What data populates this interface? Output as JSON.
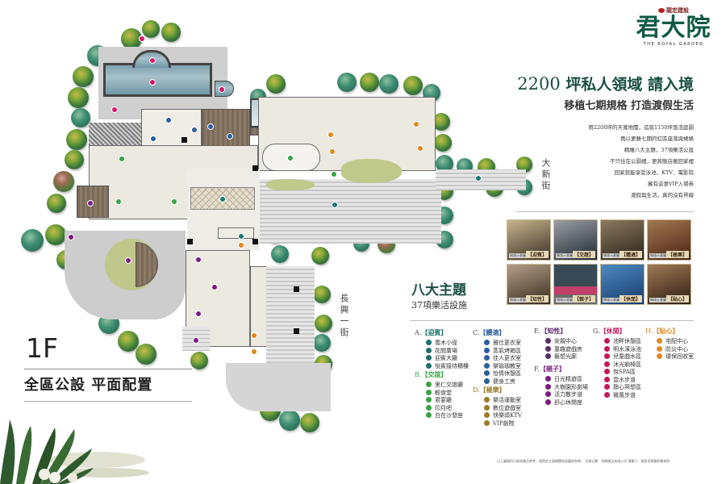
{
  "brand": {
    "developer": "龍宏建設",
    "name": "君大院",
    "english": "THE ROYAL GARDEN"
  },
  "headline": {
    "area_number": "2200",
    "main": "坪私人領域 請入境",
    "sub": "移植七期規格 打造渡假生活"
  },
  "intro_lines": [
    "用2200坪的天寬地闊，造就1150坪悠活庭園",
    "再以更勝七期的紅區座落與規格",
    "精雕八大主題，37項樂活公設",
    "不只住在公園裡，更將飯店搬回家裡",
    "回家就能享受泳池、KTV、電影院",
    "擁有這張VIP入場券",
    "渡假與生活，真的沒有界線"
  ],
  "streets": {
    "east": "大新街",
    "south": "長興一街"
  },
  "photos": [
    {
      "theme": "【迎賓】",
      "tag": "情境示意圖",
      "color1": "#3b3025",
      "color2": "#c8b58e"
    },
    {
      "theme": "【交誼】",
      "tag": "情境示意圖",
      "color1": "#1e2a33",
      "color2": "#9b9fa3"
    },
    {
      "theme": "【體適】",
      "tag": "情境示意圖",
      "color1": "#2a231a",
      "color2": "#8c7a60"
    },
    {
      "theme": "【極樂】",
      "tag": "情境示意圖",
      "color1": "#4a2418",
      "color2": "#a2784f"
    },
    {
      "theme": "【知性】",
      "tag": "情境示意圖",
      "color1": "#3a2b20",
      "color2": "#b3a089"
    },
    {
      "theme": "【親子】",
      "tag": "情境示意圖",
      "color1": "#384a55",
      "color2": "#c0406a"
    },
    {
      "theme": "【休閒】",
      "tag": "情境示意圖",
      "color1": "#153a6b",
      "color2": "#4f8ac2"
    },
    {
      "theme": "【貼心】",
      "tag": "情境示意圖",
      "color1": "#2e1d12",
      "color2": "#a07a55"
    }
  ],
  "themes": {
    "title": "八大主題",
    "subtitle": "37項樂活設施"
  },
  "legend": [
    {
      "letter": "A.",
      "name": "【迎賓】",
      "color": "#1d6f6a",
      "items": [
        "喬木小徑",
        "花間廣場",
        "迎賓大廳",
        "悅賓接待櫃檯"
      ]
    },
    {
      "letter": "B.",
      "name": "【交誼】",
      "color": "#3aa245",
      "items": [
        "里仁交誼廳",
        "輕食堂",
        "君宴廳",
        "印月吧",
        "白在沙發座"
      ]
    },
    {
      "letter": "C.",
      "name": "【體適】",
      "color": "#2b5f9e",
      "items": [
        "雅仕更衣室",
        "蒸氣烤箱區",
        "佳人更衣室",
        "樂瑜珈教室",
        "怡情休憩區",
        "健身工房"
      ]
    },
    {
      "letter": "D.",
      "name": "【極樂】",
      "color": "#9a7a2a",
      "items": [
        "樂活運動室",
        "數位遊戲室",
        "快樂頌KTV",
        "VIP劇院"
      ]
    },
    {
      "letter": "E.",
      "name": "【知性】",
      "color": "#5a2a6e",
      "items": [
        "安親中心",
        "童趣遊戲房",
        "藝想光廊"
      ]
    },
    {
      "letter": "F.",
      "name": "【親子】",
      "color": "#7b1c7e",
      "items": [
        "日光精遊區",
        "大樹園形劇場",
        "活力散步道",
        "舒心休閒座"
      ]
    },
    {
      "letter": "G.",
      "name": "【休閒】",
      "color": "#c2185b",
      "items": [
        "池畔休憩區",
        "明水濱泳池",
        "兒童戲水區",
        "沐光躺椅區",
        "悅SPA區",
        "雲水步道",
        "靜心冥想區",
        "微風步道"
      ]
    },
    {
      "letter": "H.",
      "name": "【貼心】",
      "color": "#e08a1e",
      "items": [
        "宅配中心",
        "防災中心",
        "環保回收室"
      ]
    }
  ],
  "floor": {
    "level": "1F",
    "title": "全區公設 平面配置"
  },
  "disclaimer": "以上圖僅供示意與廣告參考，實際依主管機關核准圖說為準。 代銷企劃：悅順廣告有限公司 建築人：黃彥良建築師事務所"
}
